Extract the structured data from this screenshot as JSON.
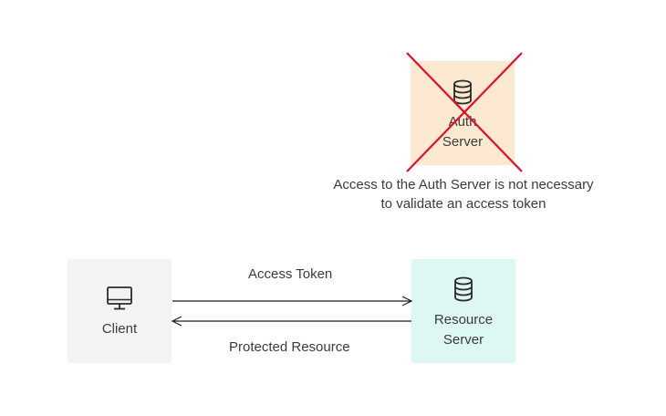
{
  "auth_server": {
    "label_line1": "Auth",
    "label_line2": "Server",
    "icon": "database-icon",
    "status": "crossed-out"
  },
  "note": {
    "line1": "Access to the Auth Server is not necessary",
    "line2": "to validate an access token"
  },
  "client": {
    "label": "Client",
    "icon": "monitor-icon"
  },
  "resource_server": {
    "label_line1": "Resource",
    "label_line2": "Server",
    "icon": "database-icon"
  },
  "arrows": {
    "request_label": "Access Token",
    "response_label": "Protected Resource"
  },
  "colors": {
    "auth_server_bg": "#fde9d2",
    "client_bg": "#f3f3f3",
    "resource_server_bg": "#ddf8f3",
    "cross": "#d9122a"
  }
}
